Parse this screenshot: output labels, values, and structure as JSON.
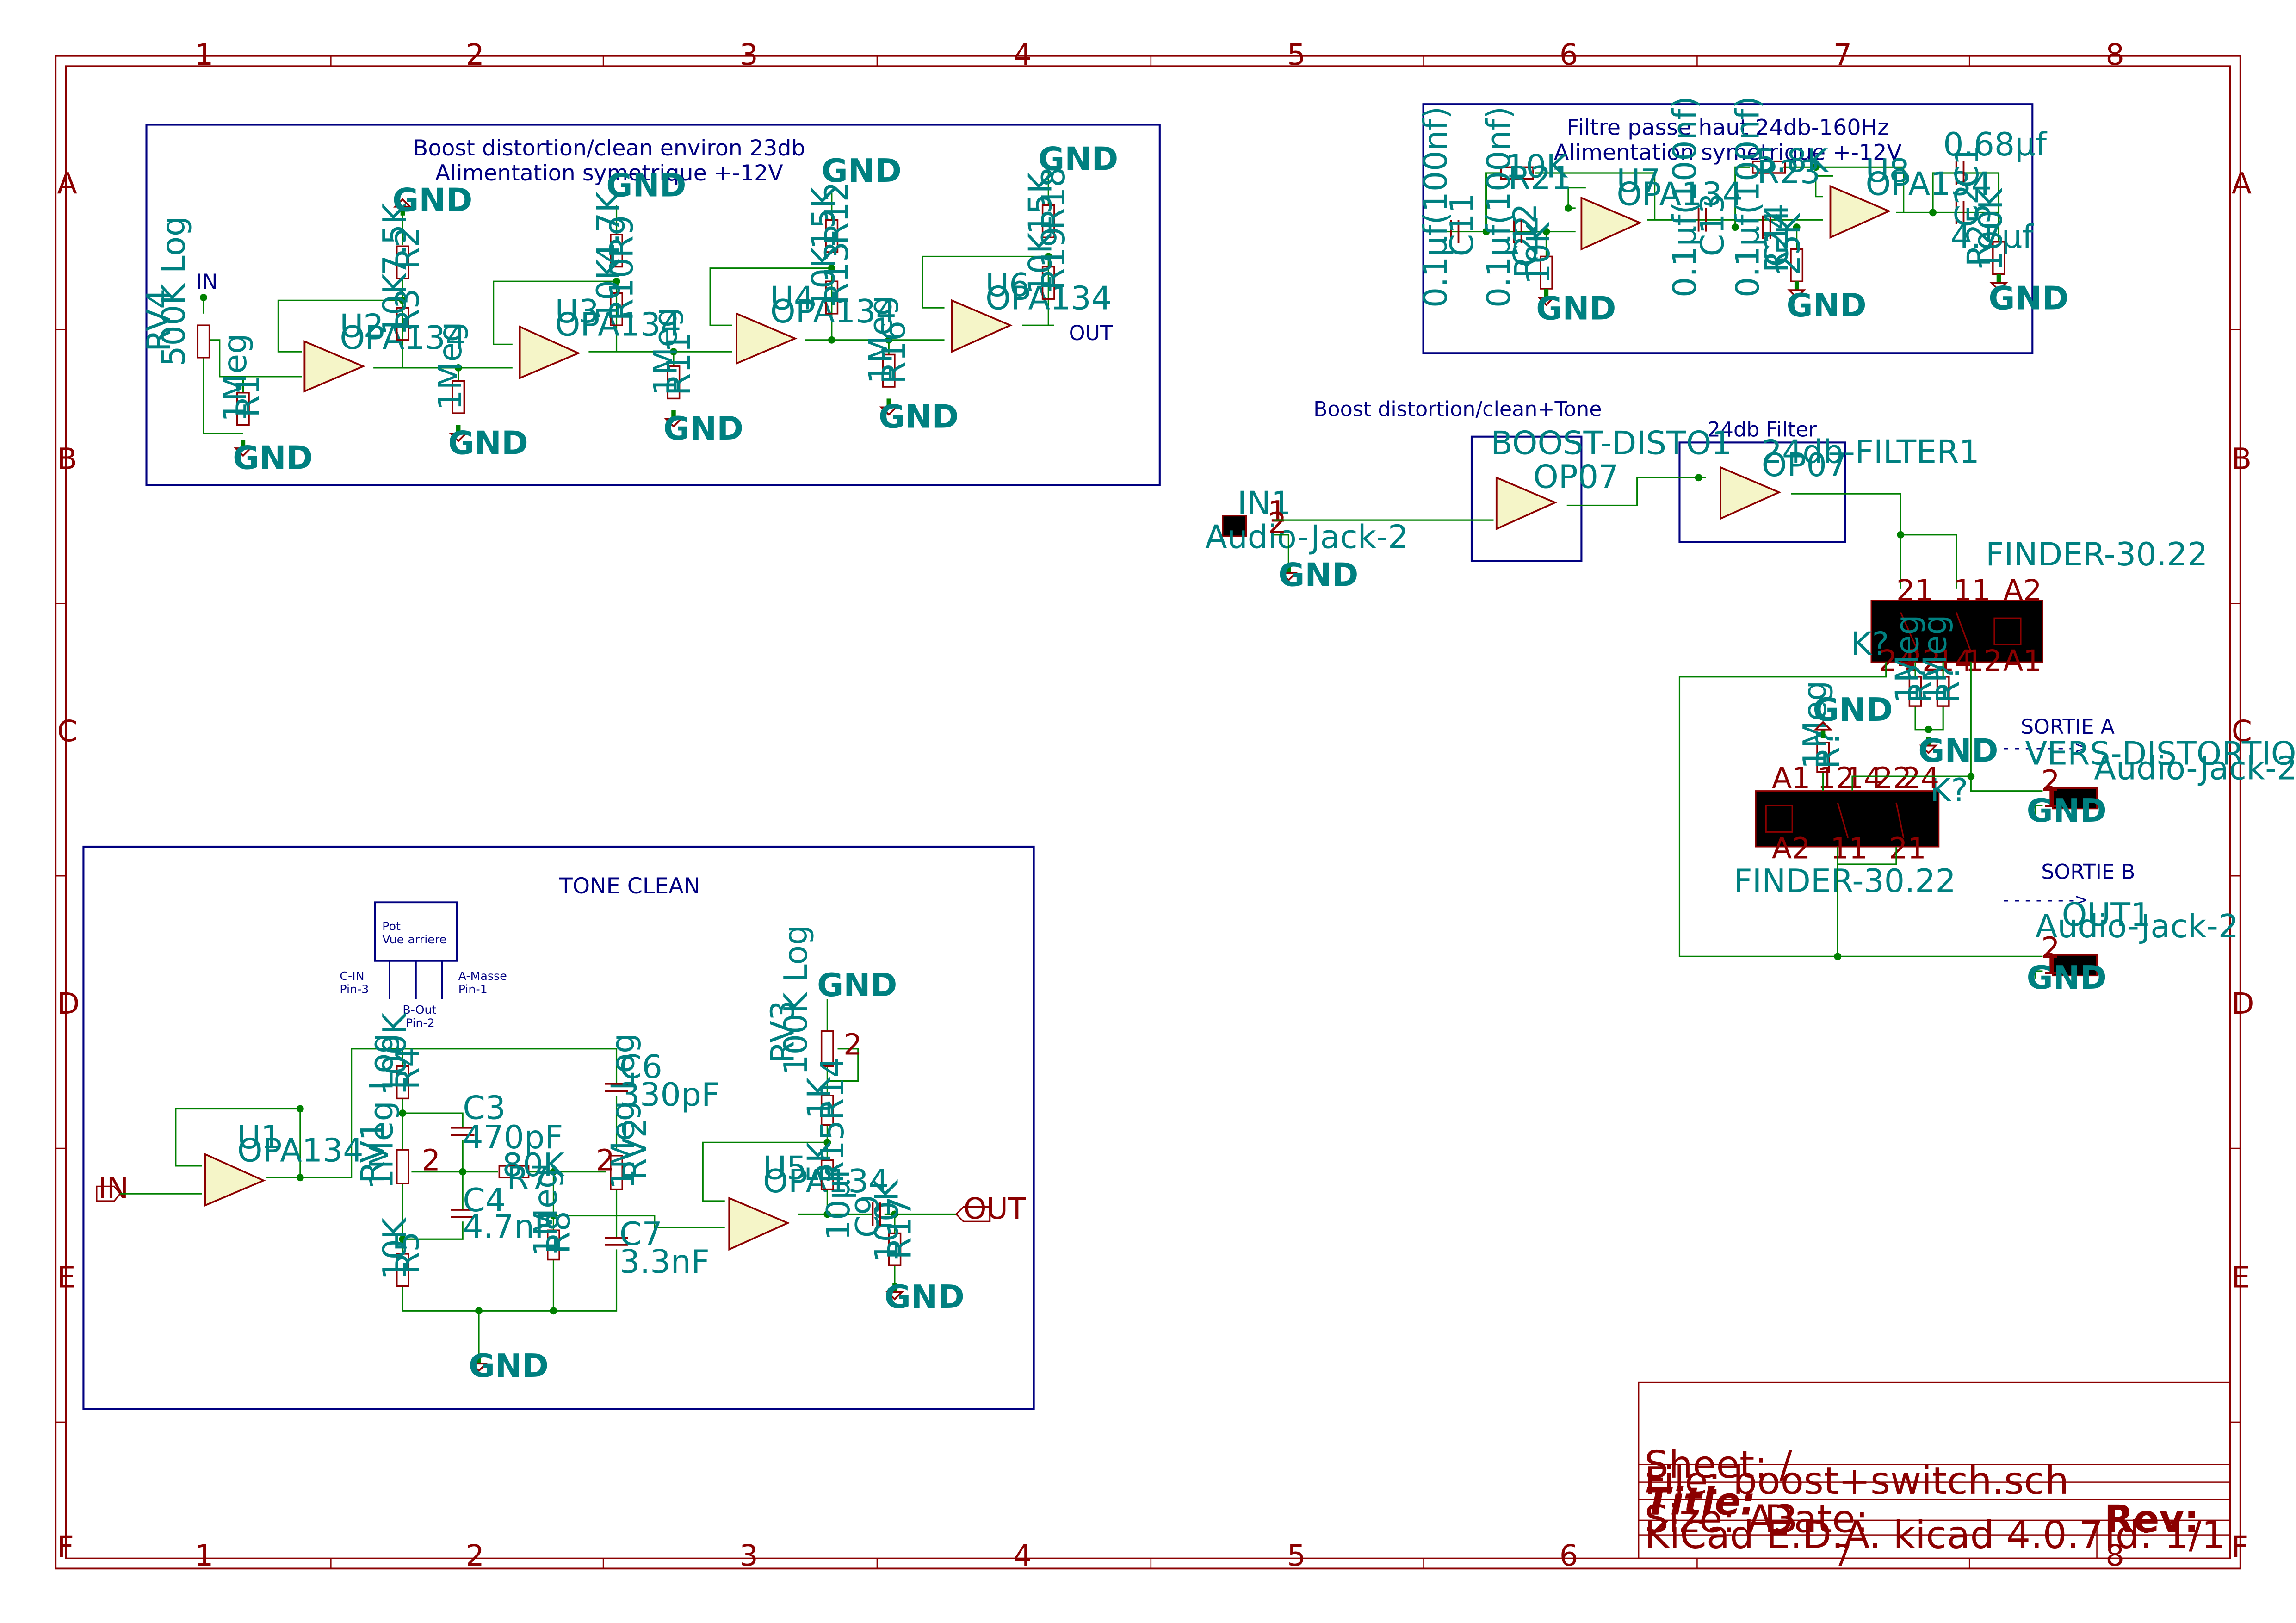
{
  "sheet": {
    "columns": [
      "1",
      "2",
      "3",
      "4",
      "5",
      "6",
      "7",
      "8"
    ],
    "rows": [
      "A",
      "B",
      "C",
      "D",
      "E",
      "F"
    ]
  },
  "blocks": {
    "boost": {
      "title": "Boost distortion/clean environ 23db",
      "subtitle": "Alimentation symetrique +-12V",
      "in_label": "IN",
      "out_label": "OUT"
    },
    "filter": {
      "title": "Filtre passe haut  24db-160Hz",
      "subtitle": "Alimentation symetrique +-12V"
    },
    "tone": {
      "title": "TONE CLEAN"
    },
    "summary_boost": "Boost distortion/clean+Tone",
    "summary_filter": "24db Filter"
  },
  "pot_note": {
    "title": "Pot",
    "subtitle": "Vue arriere",
    "c_in": "C-IN",
    "c_pin": "Pin-3",
    "a_gnd": "A-Masse",
    "a_pin": "Pin-1",
    "b_out": "B-Out",
    "b_pin": "Pin-2"
  },
  "parts": {
    "gnd": "GND",
    "opa134": "OPA134",
    "op07": "OP07",
    "U1": "U1",
    "U2": "U2",
    "U3": "U3",
    "U4": "U4",
    "U5": "U5",
    "U6": "U6",
    "U7": "U7",
    "U8": "U8",
    "RV1": "RV1",
    "RV2": "RV2",
    "RV3": "RV3",
    "RV4": "RV4",
    "rv1_val": "1Meg Log",
    "rv2_val": "1Meg Log",
    "rv3_val": "100K Log",
    "rv4_val": "500K Log",
    "R1": "R1",
    "R2": "R2",
    "R3": "R3",
    "R4": "R4",
    "R5": "R5",
    "R7": "R7",
    "R8": "R8",
    "R9": "R9",
    "R10": "R10",
    "R11": "R11",
    "R12": "R12",
    "R13": "R13",
    "R14": "R14",
    "R15": "R15",
    "R16": "R16",
    "R17": "R17",
    "R18": "R18",
    "R19": "R19",
    "R21": "R21",
    "R22": "R22",
    "R23": "R23",
    "R24": "R24",
    "R25": "R25",
    "Rq": "R?",
    "C1": "C1",
    "C2": "C2",
    "C3": "C3",
    "C4": "C4",
    "C6": "C6",
    "C7": "C7",
    "C9": "C9",
    "C11": "C11",
    "C12": "C12",
    "C13": "C13",
    "C14": "C14",
    "v1meg": "1Meg",
    "v75k": "7.5K",
    "v10k": "10K",
    "v47k": "4.7K",
    "v15k": "15K",
    "v100k": "100K",
    "v5k": "5K",
    "v80k": "80K",
    "v1k": "1K",
    "v100kR17": "100K",
    "v10kR21": "10K",
    "v5_8k": "5.8K",
    "v25k": "25K",
    "v100kR25": "100K",
    "v10kR22": "10K",
    "c68": "0.68µf",
    "c47": "4.7µf",
    "c470p": "470pF",
    "c47n": "4.7nF",
    "c330p": "330pF",
    "c33n": "3.3nF",
    "c10u": "10µf",
    "c100n": "0.1µf(100nf)",
    "IN1": "IN1",
    "audio_jack": "Audio-Jack-2",
    "boost_disto": "BOOST-DISTO1",
    "filter1": "24db-FILTER1",
    "finder": "FINDER-30.22",
    "Kq": "K?",
    "vers_disto": "VERS-DISTORTION1",
    "OUT1": "OUT1",
    "sortie_a": "SORTIE A",
    "sortie_b": "SORTIE B",
    "arrow": "- - - - - - ->",
    "in_flag": "IN",
    "out_flag": "OUT"
  },
  "title_block": {
    "sheet": "Sheet: /",
    "file": "File: boost+switch.sch",
    "title": "Title:",
    "size": "Size: A3",
    "date": "Date:",
    "rev": "Rev:",
    "kicad": "KiCad E.D.A.  kicad 4.0.7",
    "id": "Id: 1/1"
  }
}
